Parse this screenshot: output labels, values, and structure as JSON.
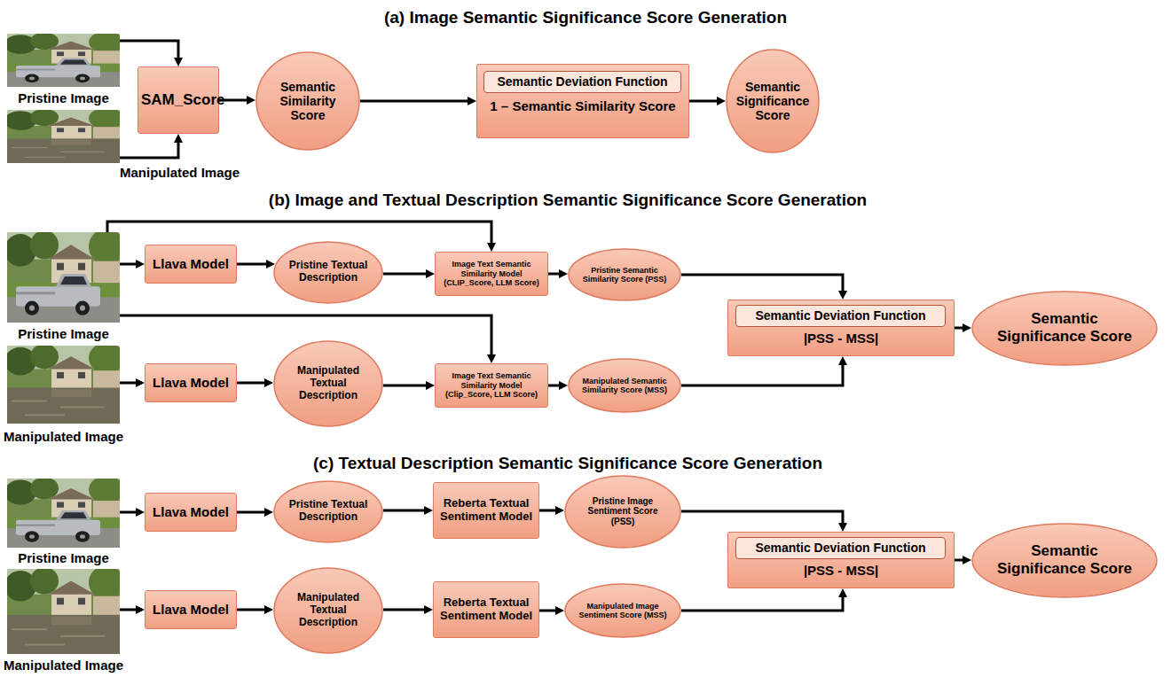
{
  "diagram": {
    "nodes": [
      {
        "text": [
          "Pristine Image"
        ]
      },
      {
        "text": [
          "Manipulated Image"
        ]
      },
      {
        "text": [
          "SAM_Score"
        ]
      },
      {
        "text": [
          "Semantic Similarity Score"
        ]
      },
      {
        "text": [
          "1 – Semantic Similarity Score"
        ]
      },
      {
        "text": [
          "Semantic Deviation Function"
        ],
        "in": 4
      },
      {
        "text": [
          "Semantic Significance Score"
        ]
      },
      {
        "text": [
          "Pristine Image"
        ]
      },
      {
        "text": [
          "Llava Model"
        ]
      },
      {
        "text": [
          "Pristine Textual Description"
        ]
      },
      {
        "text": [
          "Image Text Semantic Similarity Model (CLIP_Score, LLM Score)"
        ]
      },
      {
        "text": [
          "Pristine Semantic Similarity Score (PSS)"
        ]
      },
      {
        "text": [
          "|PSS - MSS|"
        ]
      },
      {
        "text": [
          "Semantic Deviation Function"
        ],
        "in": 12
      },
      {
        "text": [
          "Semantic Significance Score"
        ]
      },
      {
        "text": [
          "Manipulated Image"
        ]
      },
      {
        "text": [
          "Llava Model"
        ]
      },
      {
        "text": [
          "Manipulated Textual Description"
        ]
      },
      {
        "text": [
          "Image Text Semantic Similarity Model (Clip_Score, LLM Score)"
        ]
      },
      {
        "text": [
          "Manipulated Semantic Similarity Score (MSS)"
        ]
      },
      {
        "text": [
          "Pristine Image"
        ]
      },
      {
        "text": [
          "Llava Model"
        ]
      },
      {
        "text": [
          "Pristine Textual Description"
        ]
      },
      {
        "text": [
          "Reberta Textual Sentiment Model"
        ]
      },
      {
        "text": [
          "Pristine Image Sentiment Score (PSS)"
        ]
      },
      {
        "text": [
          "|PSS - MSS|"
        ]
      },
      {
        "text": [
          "Semantic Deviation Function"
        ],
        "in": 25
      },
      {
        "text": [
          "Semantic Significance Score"
        ]
      },
      {
        "text": [
          "Manipulated Image"
        ]
      },
      {
        "text": [
          "Llava Model"
        ]
      },
      {
        "text": [
          "Manipulated Textual Description"
        ]
      },
      {
        "text": [
          "Reberta Textual Sentiment Model"
        ]
      },
      {
        "text": [
          "Manipulated Image Sentiment Score (MSS)"
        ]
      }
    ],
    "edges": [
      {
        "from": 0,
        "to": 2,
        "arrow": "to"
      },
      {
        "from": 1,
        "to": 2,
        "arrow": "to"
      },
      {
        "from": 2,
        "to": 3,
        "arrow": "to"
      },
      {
        "from": 3,
        "to": 4,
        "arrow": "to"
      },
      {
        "from": 4,
        "to": 6,
        "arrow": "to"
      },
      {
        "from": 7,
        "to": 8,
        "arrow": "to"
      },
      {
        "from": 8,
        "to": 9,
        "arrow": "to"
      },
      {
        "from": 9,
        "to": 10,
        "arrow": "to"
      },
      {
        "from": 7,
        "to": 10,
        "arrow": "to"
      },
      {
        "from": 10,
        "to": 11,
        "arrow": "to"
      },
      {
        "from": 11,
        "to": 12,
        "arrow": "to"
      },
      {
        "from": 15,
        "to": 16,
        "arrow": "to"
      },
      {
        "from": 16,
        "to": 17,
        "arrow": "to"
      },
      {
        "from": 17,
        "to": 18,
        "arrow": "to"
      },
      {
        "from": 7,
        "to": 18,
        "arrow": "to"
      },
      {
        "from": 18,
        "to": 19,
        "arrow": "to"
      },
      {
        "from": 19,
        "to": 12,
        "arrow": "to"
      },
      {
        "from": 12,
        "to": 14,
        "arrow": "to"
      },
      {
        "from": 20,
        "to": 21,
        "arrow": "to"
      },
      {
        "from": 21,
        "to": 22,
        "arrow": "to"
      },
      {
        "from": 22,
        "to": 23,
        "arrow": "to"
      },
      {
        "from": 23,
        "to": 24,
        "arrow": "to"
      },
      {
        "from": 24,
        "to": 25,
        "arrow": "to"
      },
      {
        "from": 28,
        "to": 29,
        "arrow": "to"
      },
      {
        "from": 29,
        "to": 30,
        "arrow": "to"
      },
      {
        "from": 30,
        "to": 31,
        "arrow": "to"
      },
      {
        "from": 31,
        "to": 32,
        "arrow": "to"
      },
      {
        "from": 32,
        "to": 25,
        "arrow": "to"
      },
      {
        "from": 25,
        "to": 27,
        "arrow": "to"
      }
    ],
    "labels": [
      "(a) Image Semantic Significance Score Generation",
      "(b) Image and Textual Description Semantic Significance Score Generation",
      "(c) Textual Description Semantic Significance Score Generation"
    ]
  }
}
